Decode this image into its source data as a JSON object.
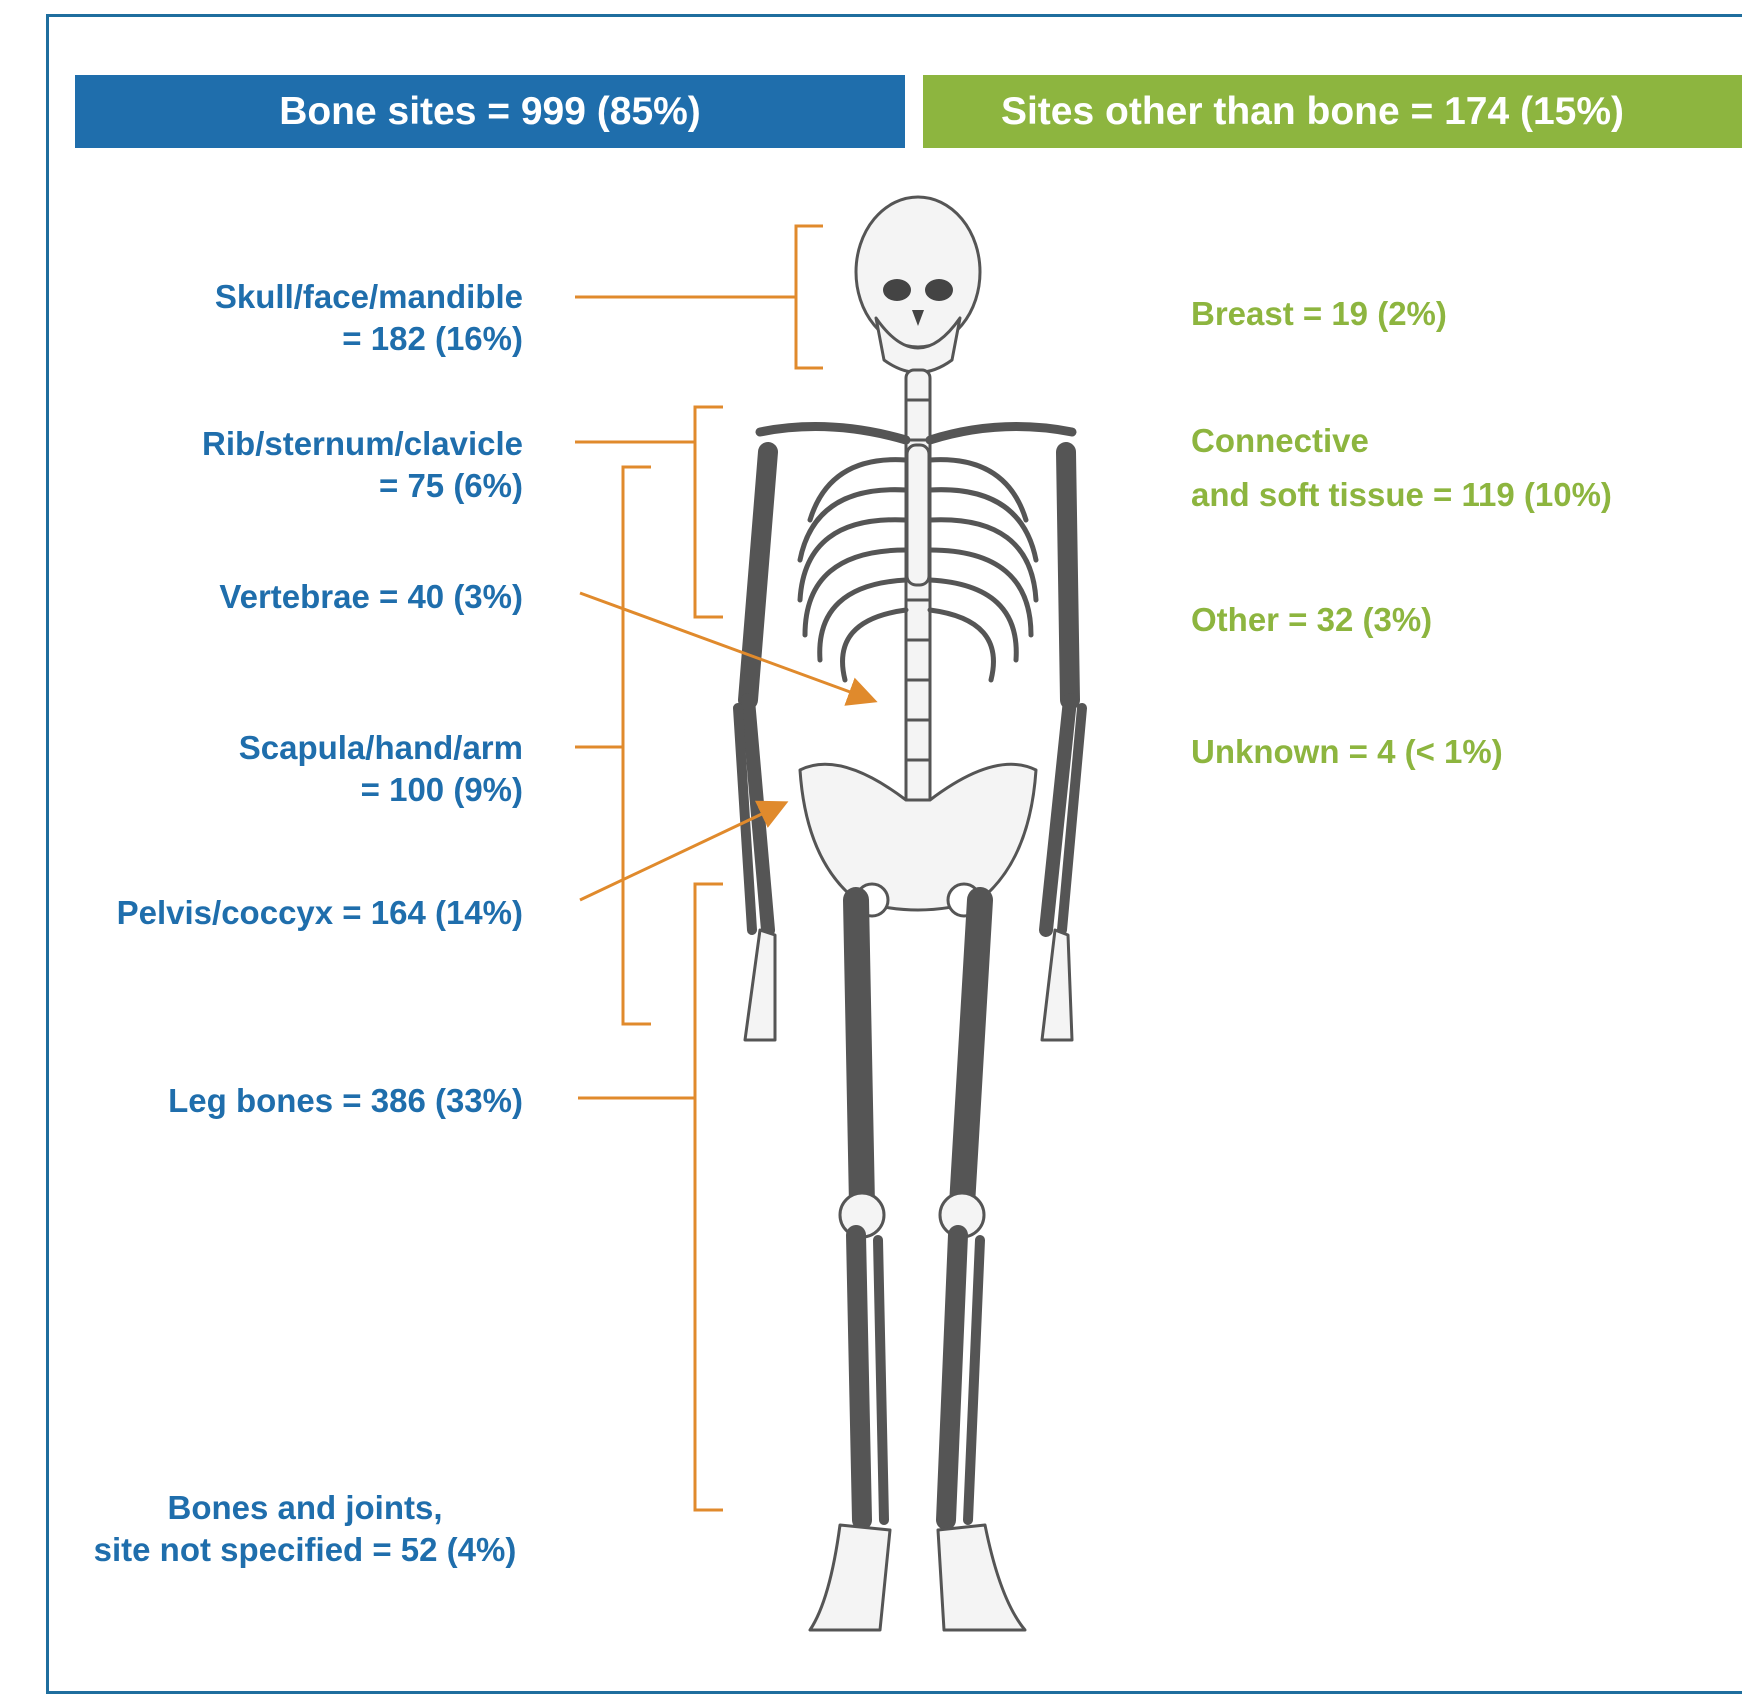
{
  "colors": {
    "bone": "#1f6eac",
    "other": "#8db53f",
    "leader": "#e08a2c",
    "frame": "#1f6e9e"
  },
  "headers": {
    "bone": "Bone sites = 999 (85%)",
    "other": "Sites other than bone = 174 (15%)"
  },
  "bone_sites": {
    "skull": [
      "Skull/face/mandible",
      "= 182 (16%)"
    ],
    "rib": [
      "Rib/sternum/clavicle",
      "= 75 (6%)"
    ],
    "vertebrae": "Vertebrae = 40 (3%)",
    "scapula": [
      "Scapula/hand/arm",
      "= 100 (9%)"
    ],
    "pelvis": "Pelvis/coccyx = 164 (14%)",
    "leg": "Leg bones = 386 (33%)",
    "unspecified": [
      "Bones and joints,",
      "site not specified = 52 (4%)"
    ]
  },
  "other_sites": {
    "breast": "Breast = 19 (2%)",
    "connective": [
      "Connective",
      "and soft tissue = 119 (10%)"
    ],
    "other": "Other = 32 (3%)",
    "unknown": "Unknown = 4 (< 1%)"
  },
  "illustration": {
    "icon": "skeleton-illustration"
  }
}
